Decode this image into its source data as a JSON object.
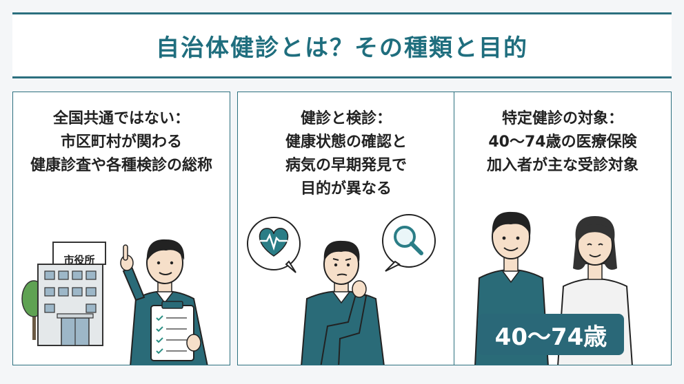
{
  "title": "自治体健診とは？その種類と目的",
  "cards": [
    {
      "lines": [
        "全国共通ではない：",
        "市区町村が関わる",
        "健康診査や各種検診の総称"
      ],
      "building_sign": "市役所",
      "icons": [
        "building-icon",
        "tree-icon",
        "clipboard-icon",
        "pointing-hand-icon"
      ]
    },
    {
      "lines": [
        "健診と検診：",
        "健康状態の確認と",
        "病気の早期発見で",
        "目的が異なる"
      ],
      "icons": [
        "heart-pulse-icon",
        "magnifier-icon"
      ]
    },
    {
      "lines": [
        "特定健診の対象：",
        "40～74歳の医療保険",
        "加入者が主な受診対象"
      ],
      "badge": "40～74歳"
    }
  ],
  "colors": {
    "accent": "#2b6f7e",
    "title": "#1f6e7e",
    "sweater": "#2a6b78",
    "badge": "#2a6878"
  }
}
